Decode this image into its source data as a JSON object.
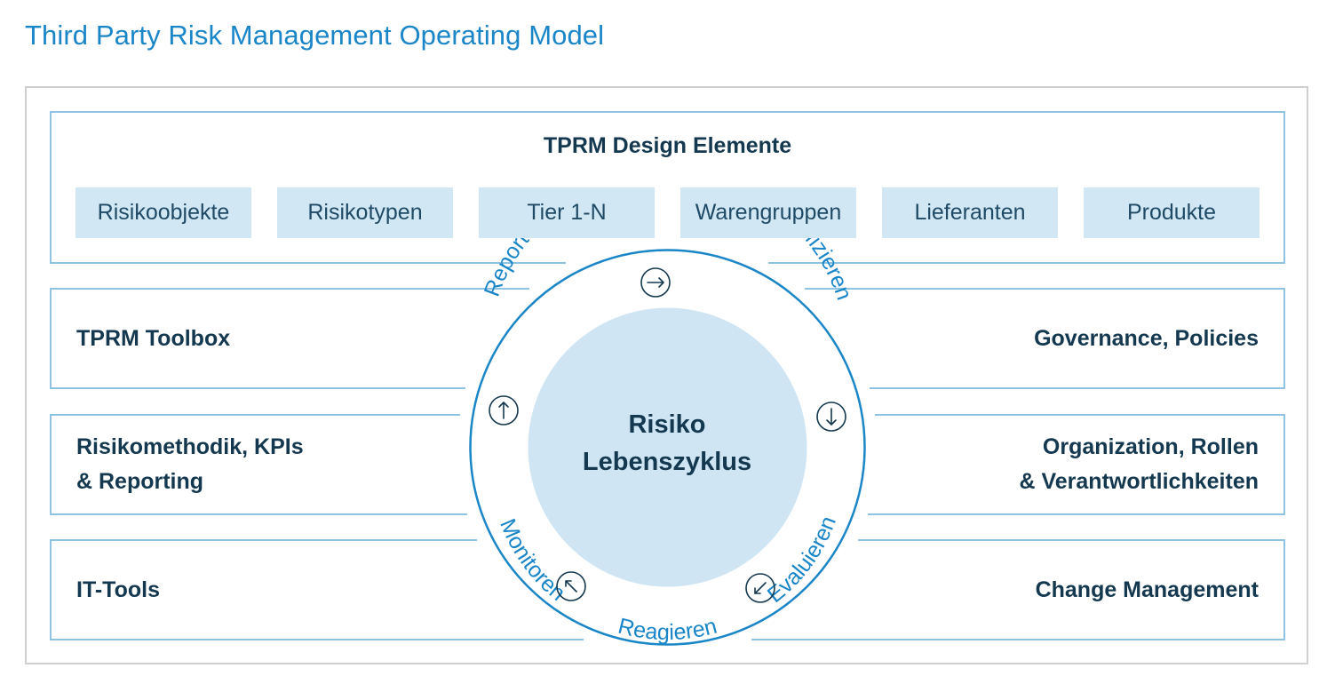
{
  "title": "Third Party Risk Management Operating Model",
  "design_elements": {
    "heading": "TPRM Design Elemente",
    "items": [
      "Risikoobjekte",
      "Risikotypen",
      "Tier 1-N",
      "Warengruppen",
      "Lieferanten",
      "Produkte"
    ]
  },
  "left_boxes": [
    {
      "line1": "TPRM Toolbox",
      "line2": ""
    },
    {
      "line1": "Risikomethodik, KPIs",
      "line2": "& Reporting"
    },
    {
      "line1": "IT-Tools",
      "line2": ""
    }
  ],
  "right_boxes": [
    {
      "line1": "Governance, Policies",
      "line2": ""
    },
    {
      "line1": "Organization, Rollen",
      "line2": "& Verantwortlichkeiten"
    },
    {
      "line1": "Change Management",
      "line2": ""
    }
  ],
  "center": {
    "line1": "Risiko",
    "line2": "Lebenszyklus"
  },
  "cycle_labels": [
    "Identifizieren",
    "Evaluieren",
    "Reagieren",
    "Monitoren",
    "Reporten"
  ],
  "cycle_arrows": [
    "arrow-right-icon",
    "arrow-down-icon",
    "arrow-down-left-icon",
    "arrow-up-left-icon",
    "arrow-up-icon"
  ],
  "colors": {
    "title": "#1a86c8",
    "accent": "#1a86c8",
    "box_border": "#8fc3e4",
    "chip_fill": "#d2e7f4",
    "center_fill": "#cfe5f3",
    "dark_text": "#14384f"
  }
}
